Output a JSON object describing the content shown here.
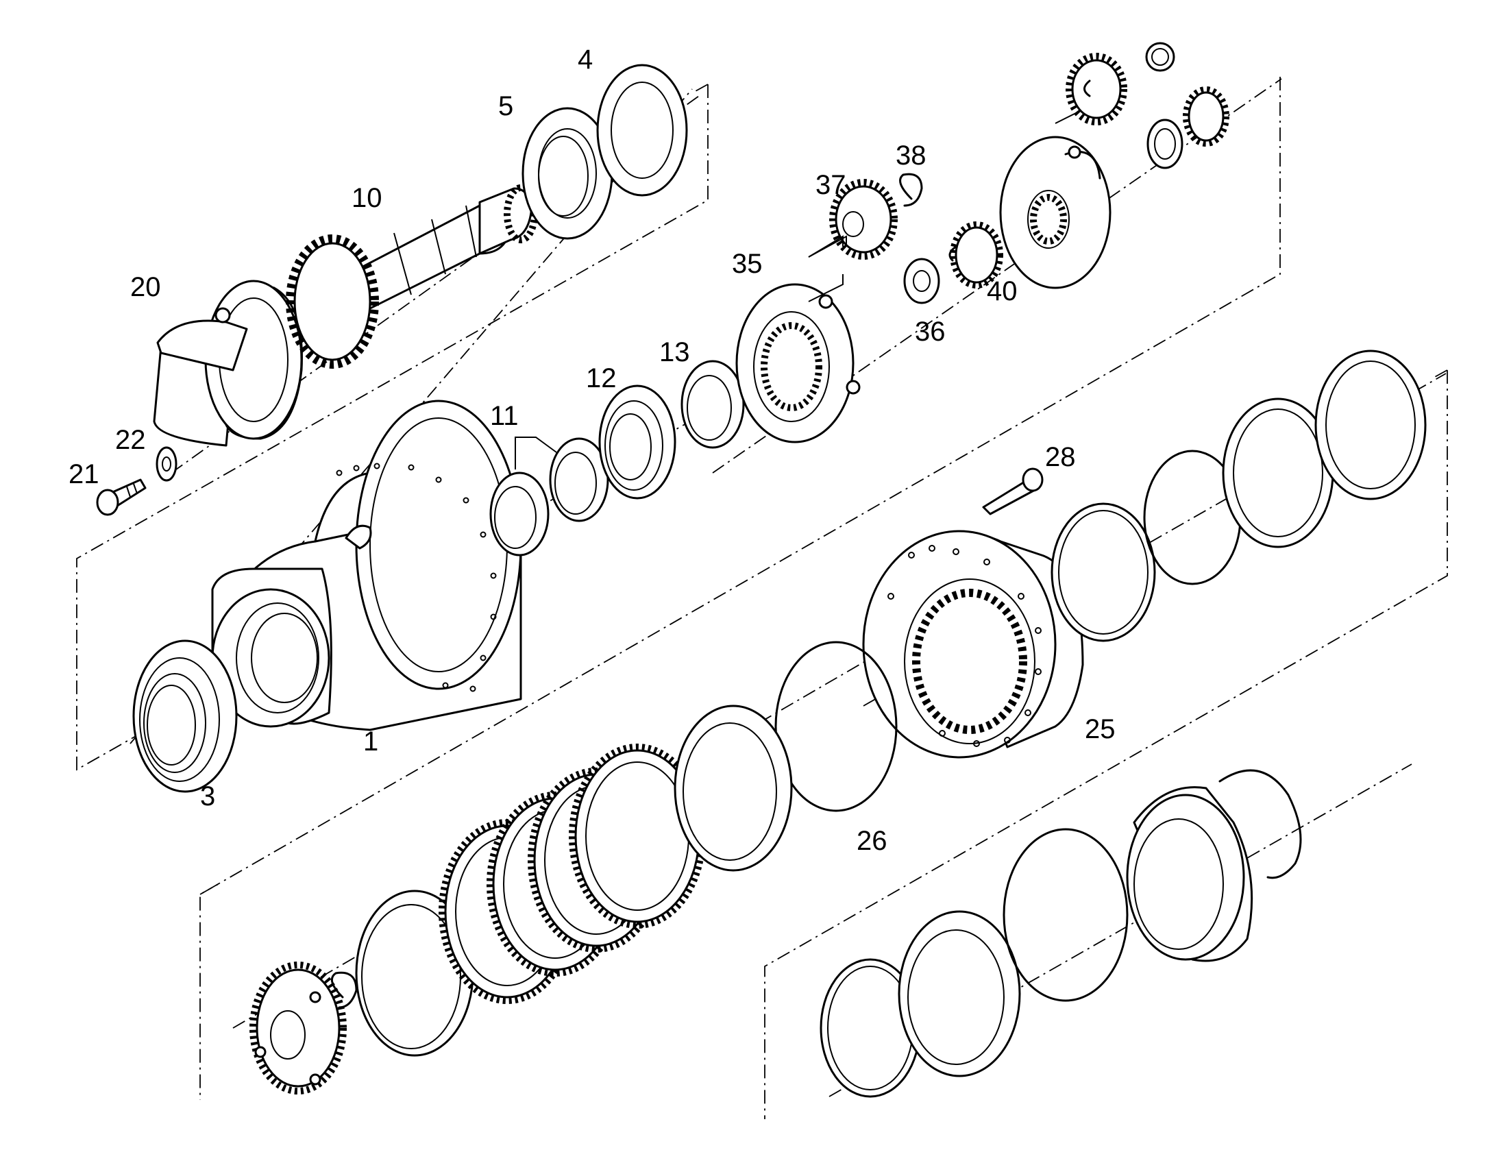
{
  "diagram": {
    "part_labels": [
      "1",
      "3",
      "4",
      "5",
      "10",
      "11",
      "12",
      "13",
      "20",
      "21",
      "22",
      "25",
      "26",
      "28",
      "35",
      "36",
      "37",
      "38",
      "40"
    ]
  },
  "icons": {
    "housing": "conical-hub-housing-icon",
    "gear": "spur-gear-icon",
    "bearing": "ball-bearing-icon",
    "ring": "snap-ring-icon",
    "disc": "friction-disc-icon"
  }
}
